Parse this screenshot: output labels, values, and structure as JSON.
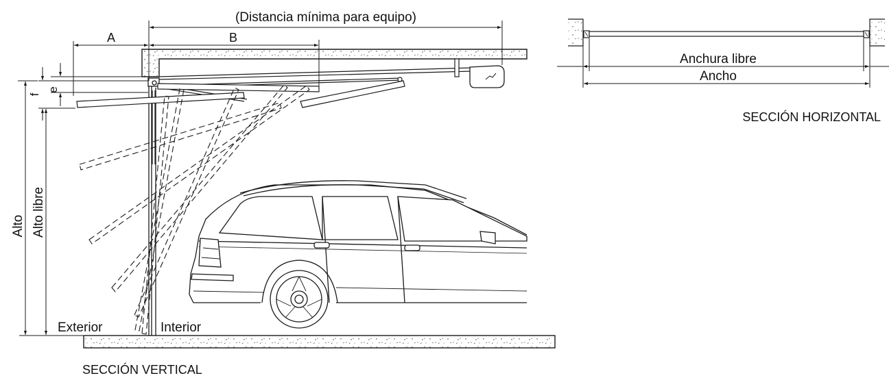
{
  "labels": {
    "min_distance": "(Distancia mínima para equipo)",
    "dim_a": "A",
    "dim_b": "B",
    "dim_e": "e",
    "dim_f": "f",
    "alto": "Alto",
    "alto_libre": "Alto libre",
    "exterior": "Exterior",
    "interior": "Interior",
    "vertical_section": "SECCIÓN VERTICAL",
    "anchura_libre": "Anchura libre",
    "ancho": "Ancho",
    "horizontal_section": "SECCIÓN HORIZONTAL"
  },
  "colors": {
    "line": "#1a1a1a",
    "text": "#111111",
    "background": "#ffffff"
  }
}
